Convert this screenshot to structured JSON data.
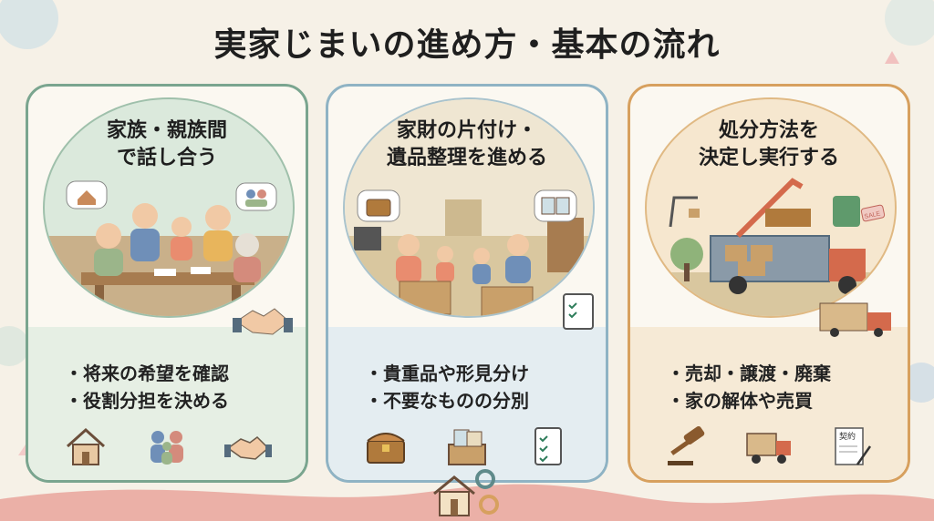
{
  "title": "実家じまいの進め方・基本の流れ",
  "steps": [
    {
      "title_lines": [
        "家族・親族間",
        "で話し合う"
      ],
      "bullets": [
        "将来の希望を確認",
        "役割分担を決める"
      ],
      "icons": [
        "house-icon",
        "family-icon",
        "handshake-icon"
      ],
      "accent": "#7aa58f"
    },
    {
      "title_lines": [
        "家財の片付け・",
        "遺品整理を進める"
      ],
      "bullets": [
        "貴重品や形見分け",
        "不要なものの分別"
      ],
      "icons": [
        "treasure-chest-icon",
        "photo-box-icon",
        "checklist-icon"
      ],
      "accent": "#8fb3c4"
    },
    {
      "title_lines": [
        "処分方法を",
        "決定し実行する"
      ],
      "bullets": [
        "売却・譲渡・廃棄",
        "家の解体や売買"
      ],
      "icons": [
        "gavel-icon",
        "truck-icon",
        "contract-icon"
      ],
      "contract_label": "契約",
      "accent": "#d7a05e"
    }
  ],
  "scene_labels": {
    "sale_tag": "SALE"
  }
}
